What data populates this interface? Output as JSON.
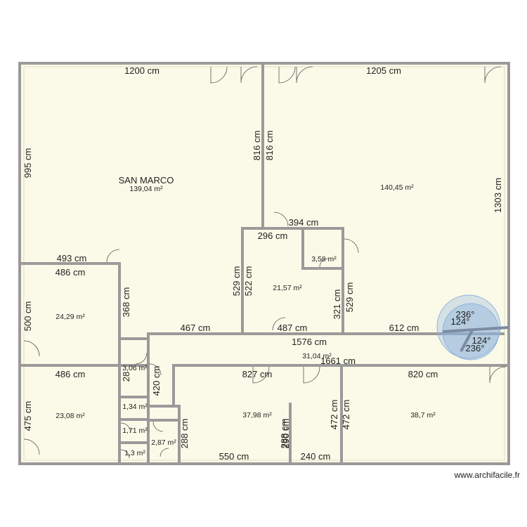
{
  "rooms": {
    "san_marco": {
      "name": "SAN MARCO",
      "area": "139,04 m²"
    },
    "right_hall": {
      "area": "140,45 m²"
    },
    "small_36": {
      "area": "3,58 m²"
    },
    "center_room": {
      "area": "21,57 m²"
    },
    "left_upper": {
      "area": "24,29 m²"
    },
    "corridor": {
      "area": "31,04 m²"
    },
    "left_lower": {
      "area": "23,08 m²"
    },
    "small_306": {
      "area": "3,06 m²"
    },
    "small_134": {
      "area": "1,34 m²"
    },
    "small_171": {
      "area": "1,71 m²"
    },
    "small_13": {
      "area": "1,3 m²"
    },
    "small_287": {
      "area": "2,87 m²"
    },
    "bottom_mid": {
      "area": "37,98 m²"
    },
    "bottom_right": {
      "area": "38,7 m²"
    }
  },
  "dimensions": {
    "d1200": "1200 cm",
    "d1205": "1205 cm",
    "d995": "995 cm",
    "d1303": "1303 cm",
    "d816a": "816 cm",
    "d816b": "816 cm",
    "d394": "394 cm",
    "d296": "296 cm",
    "d493": "493 cm",
    "d486a": "486 cm",
    "d500": "500 cm",
    "d368": "368 cm",
    "d529a": "529 cm",
    "d522": "522 cm",
    "d321": "321 cm",
    "d529b": "529 cm",
    "d467": "467 cm",
    "d487": "487 cm",
    "d612": "612 cm",
    "d1576": "1576 cm",
    "d1661": "1661 cm",
    "d486b": "486 cm",
    "d827": "827 cm",
    "d820": "820 cm",
    "d475": "475 cm",
    "d420": "420 cm",
    "d288a": "288 cm",
    "d288b": "288 cm",
    "d288c": "288 cm",
    "d290": "290 cm",
    "d472a": "472 cm",
    "d472b": "472 cm",
    "d550": "550 cm",
    "d240": "240 cm",
    "d28": "28"
  },
  "angles": {
    "a236a": "236°",
    "a124a": "124°",
    "a124b": "124°",
    "a236b": "236°"
  },
  "watermark": "www.archifacile.fr",
  "colors": {
    "floor": "#fbfae8",
    "wall": "#9a9a9a",
    "circle": "#8fb3de"
  }
}
